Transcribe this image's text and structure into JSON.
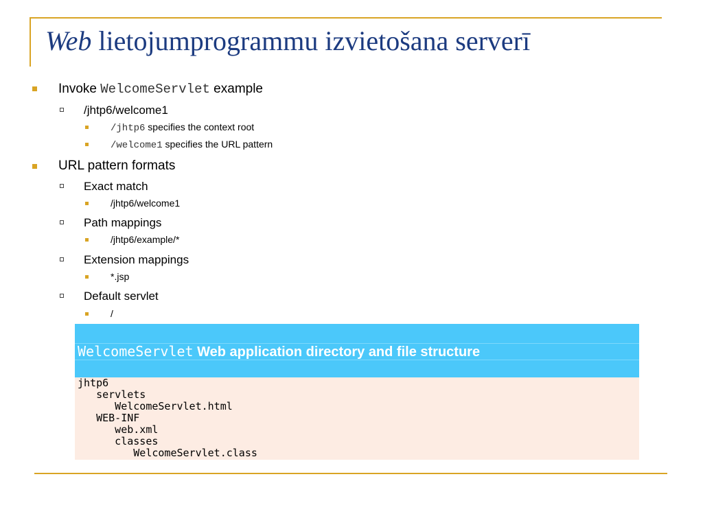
{
  "title": {
    "italic": "Web",
    "rest": " lietojumprogrammu izvietošana serverī"
  },
  "bullets": {
    "invoke": {
      "prefix": "Invoke ",
      "code": "WelcomeServlet",
      "suffix": " example"
    },
    "welcome_path": "/jhtp6/welcome1",
    "context_root": {
      "code": "/jhtp6",
      "text": " specifies the context root"
    },
    "url_pattern": {
      "code": "/welcome1",
      "text": " specifies the URL pattern"
    },
    "formats": "URL pattern formats",
    "exact_match": "Exact match",
    "exact_example": "/jhtp6/welcome1",
    "path_mappings": "Path mappings",
    "path_example": "/jhtp6/example/*",
    "extension_mappings": "Extension mappings",
    "extension_example": "*.jsp",
    "default_servlet": "Default servlet",
    "default_example": "/"
  },
  "code_box": {
    "caption_code": "WelcomeServlet",
    "caption_text": " Web application directory and file structure",
    "lines": [
      "jhtp6",
      "   servlets",
      "      WelcomeServlet.html",
      "   WEB-INF",
      "      web.xml",
      "      classes",
      "         WelcomeServlet.class"
    ]
  },
  "colors": {
    "title": "#1c3b80",
    "accent_gold": "#d9a424",
    "caption_bg": "#4bc8fa",
    "code_bg": "#fdece3"
  }
}
